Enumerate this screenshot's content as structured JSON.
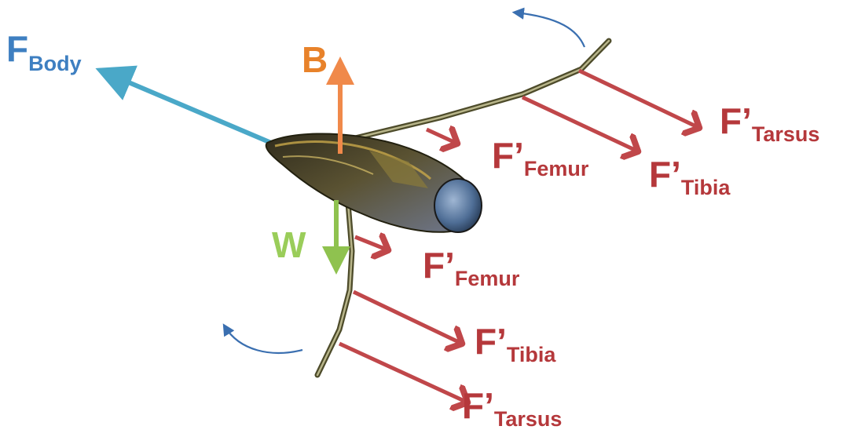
{
  "labels": {
    "f_body": {
      "main": "F",
      "sub": "Body"
    },
    "buoyancy": {
      "main": "B"
    },
    "weight": {
      "main": "W"
    },
    "upper_leg": {
      "femur": {
        "main": "F’",
        "sub": "Femur"
      },
      "tibia": {
        "main": "F’",
        "sub": "Tibia"
      },
      "tarsus": {
        "main": "F’",
        "sub": "Tarsus"
      }
    },
    "lower_leg": {
      "femur": {
        "main": "F’",
        "sub": "Femur"
      },
      "tibia": {
        "main": "F’",
        "sub": "Tibia"
      },
      "tarsus": {
        "main": "F’",
        "sub": "Tarsus"
      }
    }
  },
  "colors": {
    "f_body": "#4aa8c8",
    "f_body_label": "#3e7fc1",
    "buoyancy": "#f0894a",
    "buoyancy_label": "#e8822a",
    "weight": "#8fc24f",
    "weight_label": "#9acd5a",
    "segment_force": "#c0474a",
    "segment_label": "#b5383b",
    "rotation_arrow": "#3a6fb0",
    "insect_body": "#4a4530",
    "insect_highlight": "#c8a84a",
    "insect_eye": "#5b7ea8",
    "leg": "#6b6a3a"
  },
  "icons": [
    "insect-body-icon",
    "rotation-arrow-icon"
  ]
}
